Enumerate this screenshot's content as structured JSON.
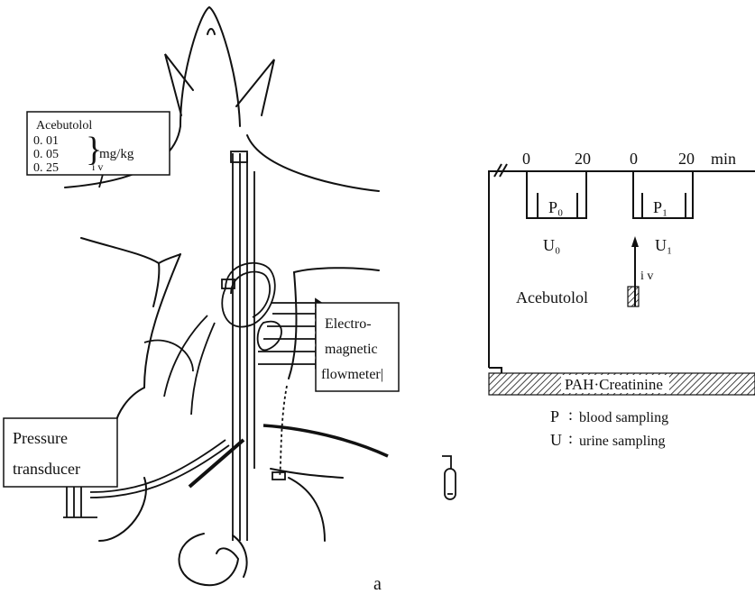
{
  "dose_box": {
    "drug": "Acebutolol",
    "doses": [
      "0. 01",
      "0. 05",
      "0. 25"
    ],
    "unit": "mg/kg",
    "route": "i v"
  },
  "flow_box": {
    "lines": [
      "Electro-",
      "magnetic",
      "flowmeter|"
    ]
  },
  "pressure_box": {
    "lines": [
      "Pressure",
      "transducer"
    ]
  },
  "timeline": {
    "ticks": [
      "0",
      "20",
      "0",
      "20"
    ],
    "unit": "min",
    "plasma_labels": [
      "P₀",
      "P₁"
    ],
    "urine_labels": [
      "U₀",
      "U₁"
    ],
    "injection_label": "i v",
    "drug_label": "Acebutolol",
    "infusion_label": "PAH·Creatinine"
  },
  "legend": [
    {
      "symbol": "P",
      "text": "blood sampling"
    },
    {
      "symbol": "U",
      "text": "urine sampling"
    }
  ],
  "caption": "a"
}
